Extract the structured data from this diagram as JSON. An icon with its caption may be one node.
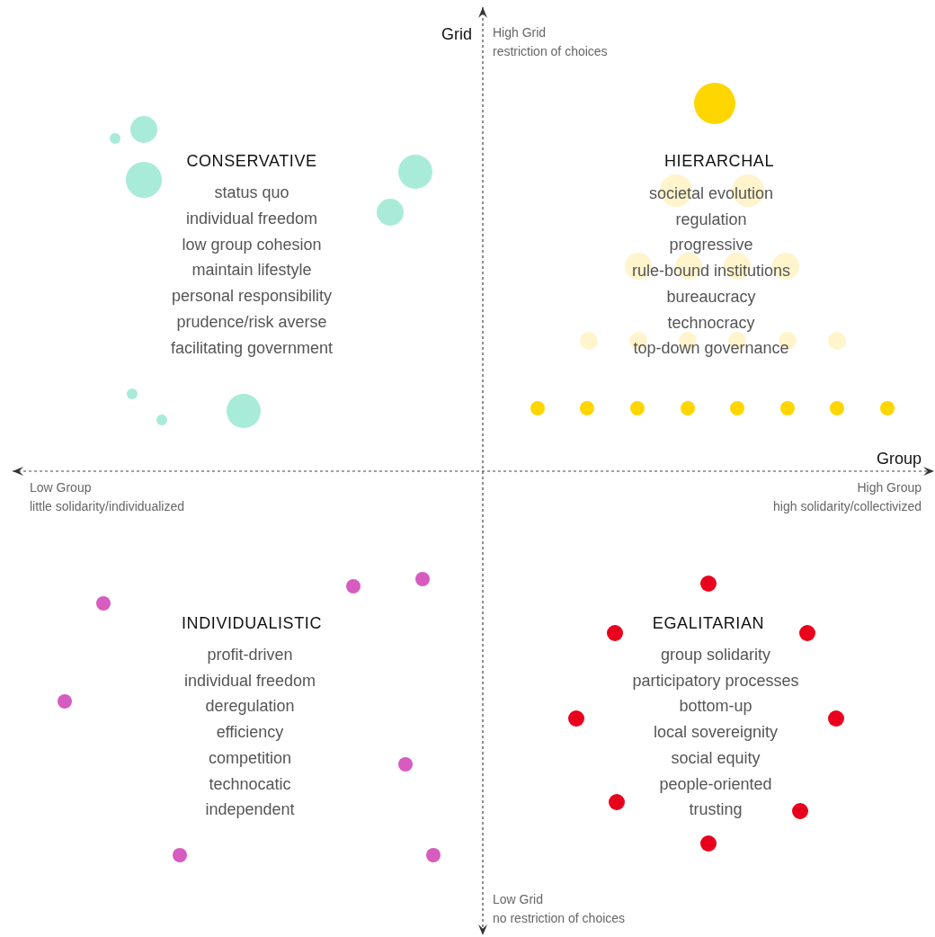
{
  "diagram": {
    "labels": [
      "Grid",
      "High Grid",
      "restriction of choices",
      "CONSERVATIVE",
      "status quo",
      "individual freedom",
      "low group cohesion",
      "maintain lifestyle",
      "personal responsibility",
      "prudence/risk averse",
      "facilitating government",
      "HIERARCHAL",
      "societal evolution",
      "regulation",
      "progressive",
      "rule-bound institutions",
      "bureaucracy",
      "technocracy",
      "top-down governance",
      "Group",
      "Low Group",
      "little solidarity/individualized",
      "High Group",
      "high solidarity/collectivized",
      "INDIVIDUALISTIC",
      "profit-driven",
      "individual freedom",
      "deregulation",
      "efficiency",
      "competition",
      "technocatic",
      "independent",
      "EGALITARIAN",
      "group solidarity",
      "participatory processes",
      "bottom-up",
      "local sovereignity",
      "social equity",
      "people-oriented",
      "trusting",
      "Low Grid",
      "no restriction of choices"
    ]
  }
}
